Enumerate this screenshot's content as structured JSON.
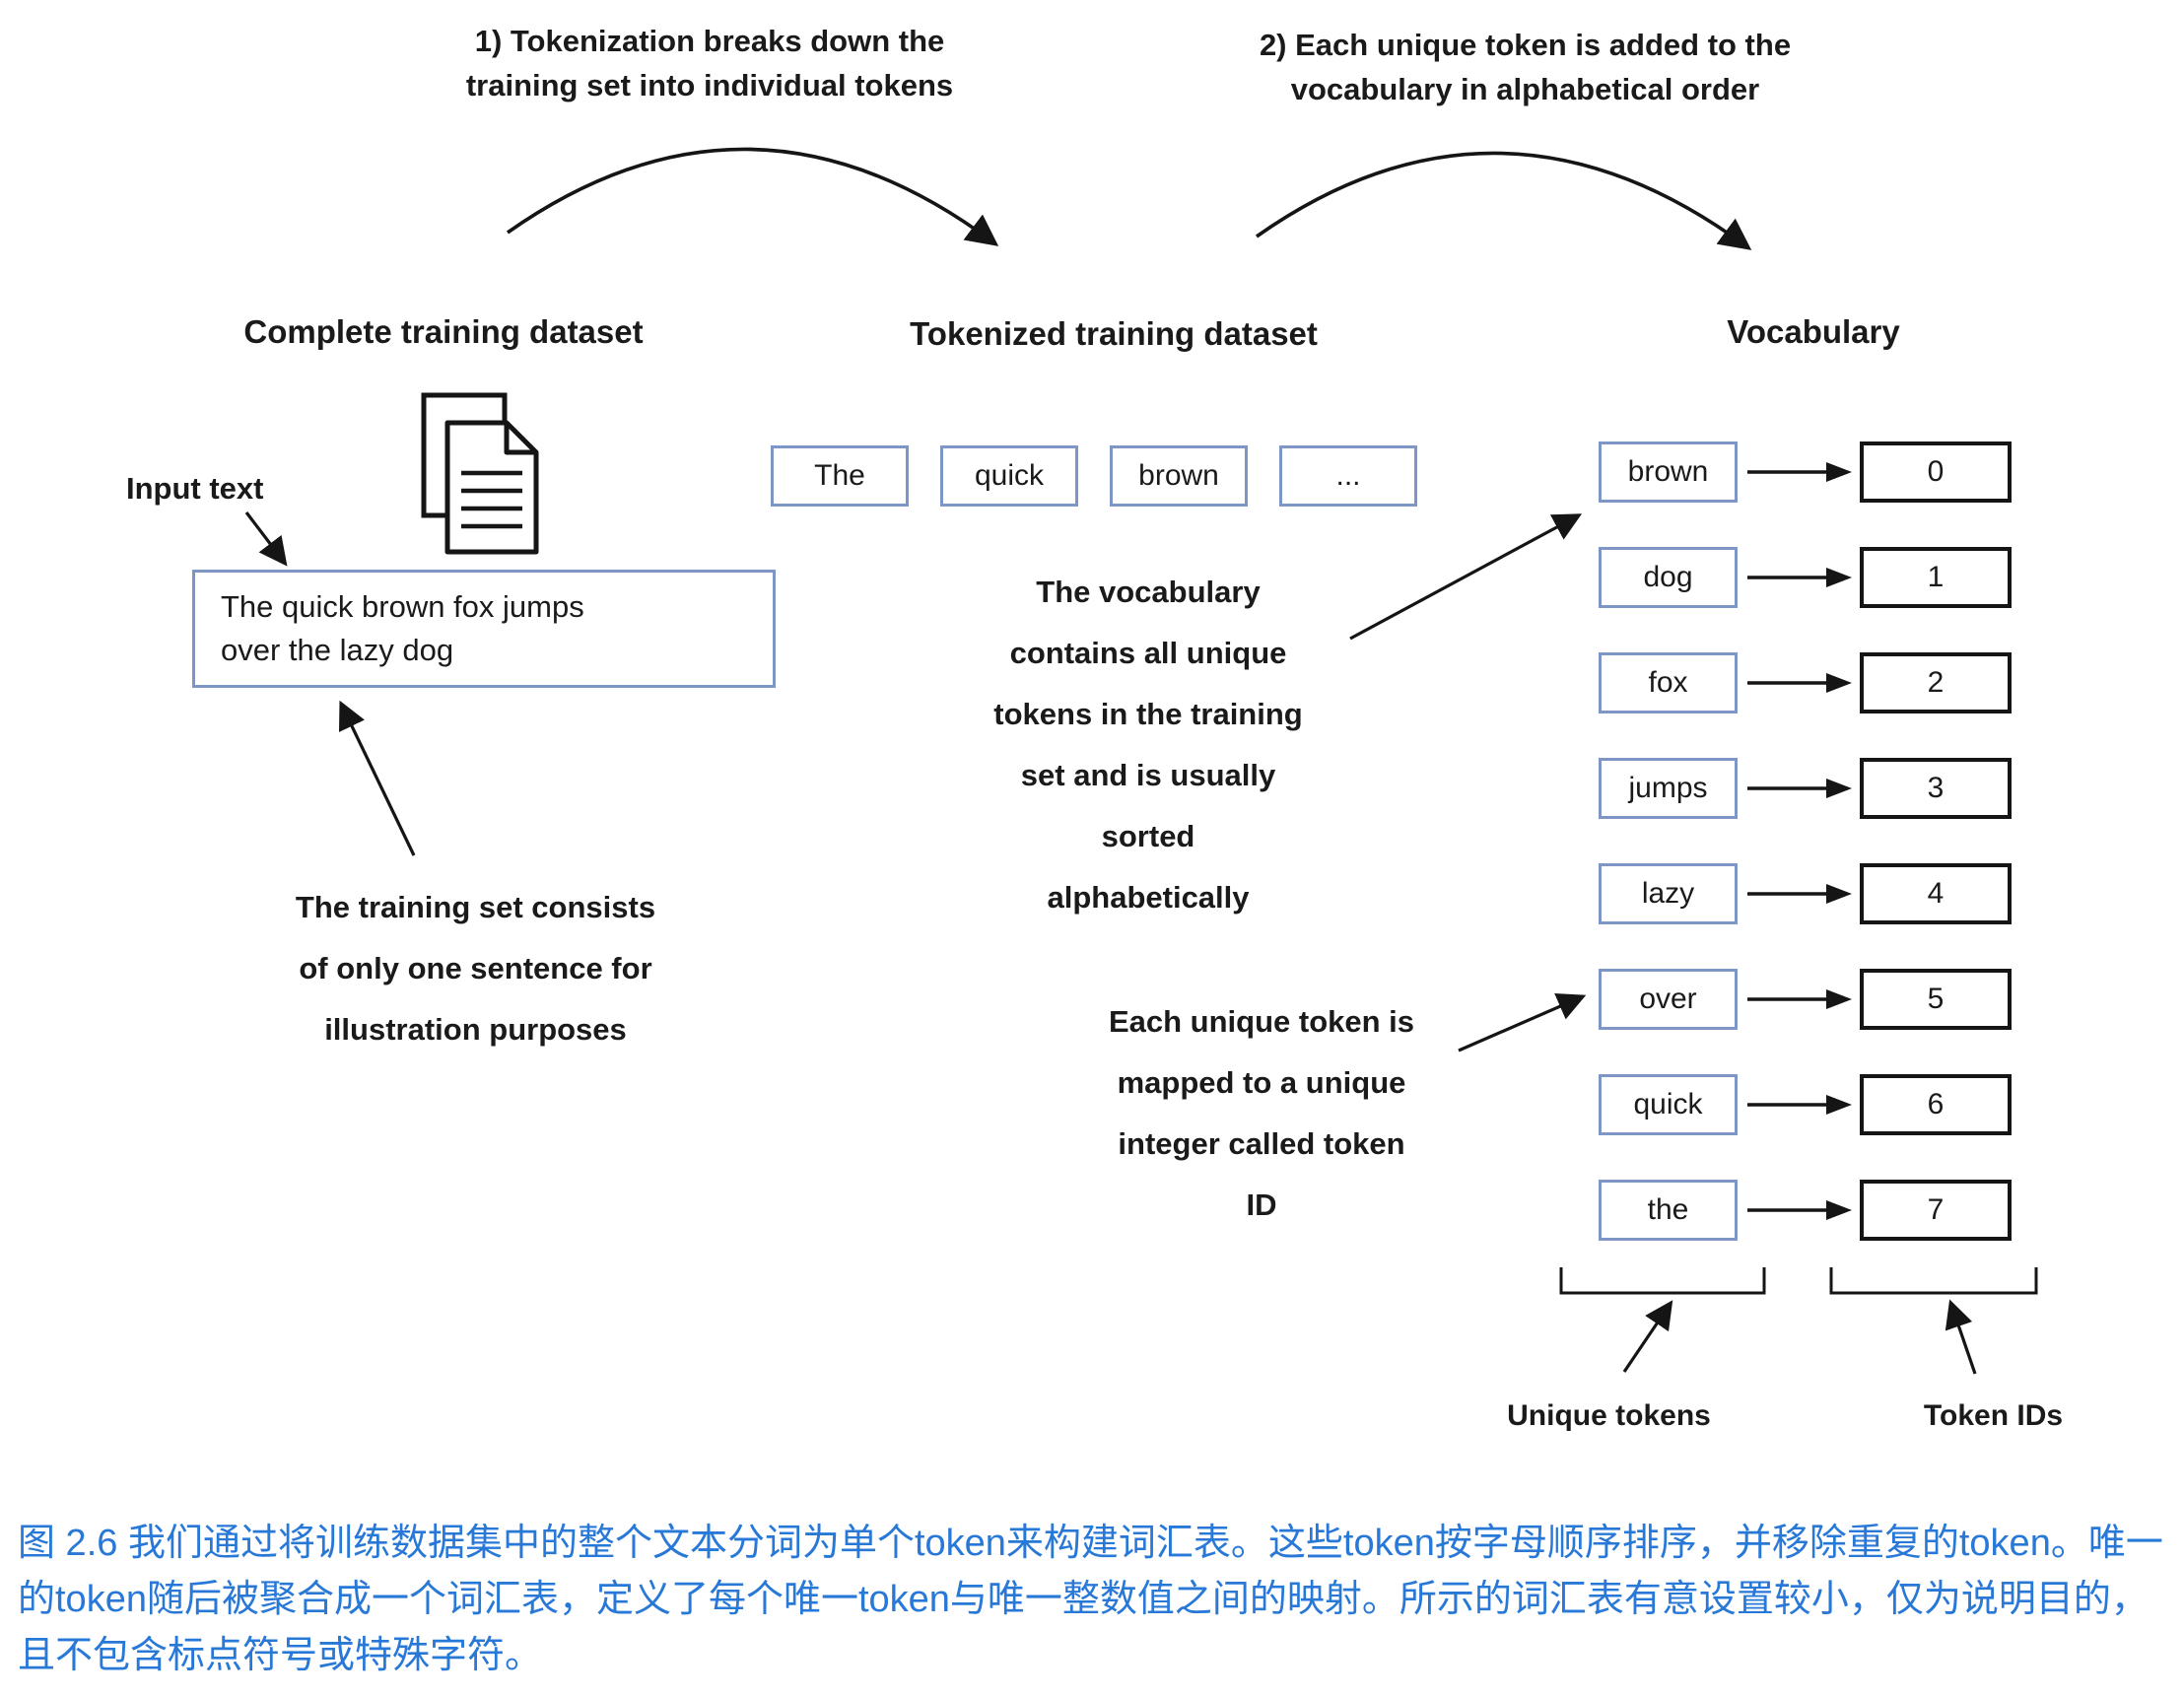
{
  "annotations": {
    "step1_lines": [
      "1) Tokenization breaks down the",
      "training set into individual tokens"
    ],
    "step2_lines": [
      "2) Each unique token is added to the",
      "vocabulary in alphabetical order"
    ]
  },
  "columns": {
    "left_title": "Complete training dataset",
    "middle_title": "Tokenized training dataset",
    "right_title": "Vocabulary"
  },
  "left_panel": {
    "input_label": "Input text",
    "input_lines": [
      "The quick brown fox jumps",
      "over the lazy dog"
    ],
    "note_lines": [
      "The training set consists",
      "of only one sentence for",
      "illustration purposes"
    ]
  },
  "middle_panel": {
    "tokens": [
      "The",
      "quick",
      "brown",
      "..."
    ],
    "vocab_note_lines": [
      "The vocabulary",
      "contains all unique",
      "tokens in the training",
      "set and is usually",
      "sorted",
      "alphabetically"
    ],
    "id_note_lines": [
      "Each unique token is",
      "mapped to a unique",
      "integer called token",
      "ID"
    ]
  },
  "vocabulary": {
    "entries": [
      {
        "token": "brown",
        "id": "0"
      },
      {
        "token": "dog",
        "id": "1"
      },
      {
        "token": "fox",
        "id": "2"
      },
      {
        "token": "jumps",
        "id": "3"
      },
      {
        "token": "lazy",
        "id": "4"
      },
      {
        "token": "over",
        "id": "5"
      },
      {
        "token": "quick",
        "id": "6"
      },
      {
        "token": "the",
        "id": "7"
      }
    ],
    "unique_tokens_label": "Unique tokens",
    "token_ids_label": "Token IDs"
  },
  "caption": "图 2.6 我们通过将训练数据集中的整个文本分词为单个token来构建词汇表。这些token按字母顺序排序，并移除重复的token。唯一的token随后被聚合成一个词汇表，定义了每个唯一token与唯一整数值之间的映射。所示的词汇表有意设置较小，仅为说明目的，且不包含标点符号或特殊字符。",
  "icons": {
    "document": "document-icon",
    "arrow_right": "arrow-right-icon"
  },
  "colors": {
    "box_blue": "#7d96c5",
    "caption_blue": "#2878d8",
    "ink": "#1a1a1a"
  }
}
